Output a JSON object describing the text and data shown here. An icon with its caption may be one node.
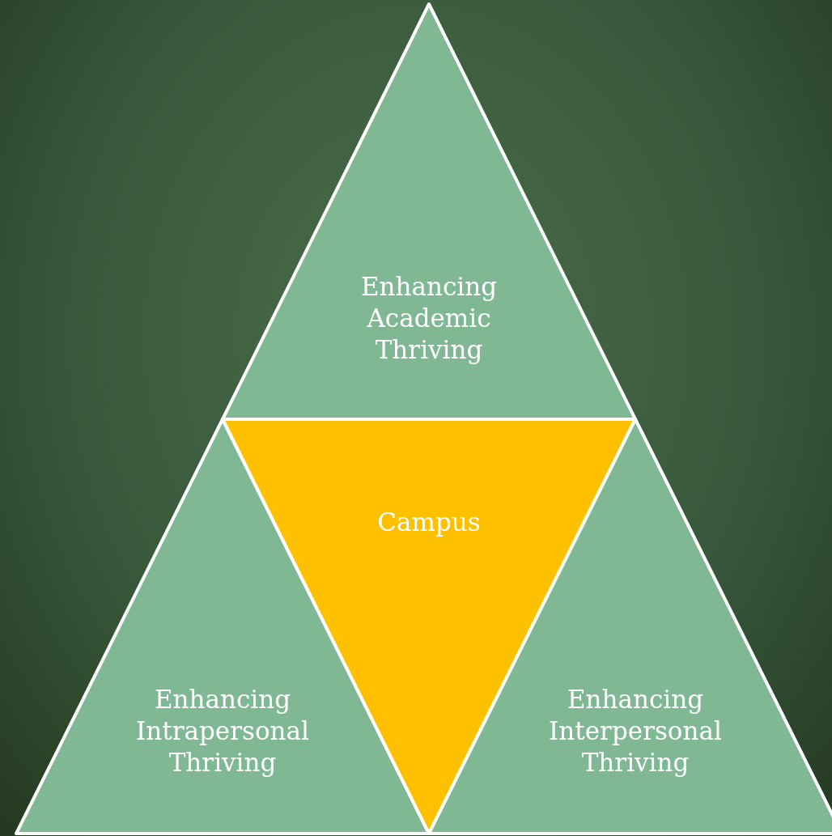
{
  "diagram": {
    "nodes": [
      {
        "text": [
          "Enhancing Academic Thriving"
        ]
      },
      {
        "text": [
          "Enhancing Intrapersonal Thriving"
        ]
      },
      {
        "text": [
          "Campus"
        ]
      },
      {
        "text": [
          "Enhancing Interpersonal Thriving"
        ]
      }
    ]
  }
}
